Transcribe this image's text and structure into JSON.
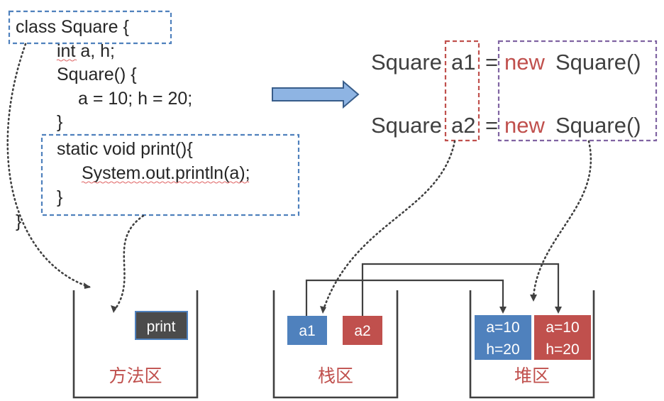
{
  "code": {
    "line1": "class Square {",
    "line2": "int a, h;",
    "line3": "Square() {",
    "line4": "a = 10; h = 20;",
    "line5": "}",
    "line6": "static void print(){",
    "line7": "System.out.println(a);",
    "line8": "}",
    "line9": "}"
  },
  "statements": [
    {
      "type": "Square",
      "var": "a1",
      "eq": "=",
      "kw": "new",
      "ctor": "Square()"
    },
    {
      "type": "Square",
      "var": "a2",
      "eq": "=",
      "kw": "new",
      "ctor": "Square()"
    }
  ],
  "areas": {
    "method": {
      "label": "方法区",
      "item": "print"
    },
    "stack": {
      "label": "栈区",
      "items": [
        "a1",
        "a2"
      ]
    },
    "heap": {
      "label": "堆区",
      "objects": [
        {
          "a": "a=10",
          "h": "h=20"
        },
        {
          "a": "a=10",
          "h": "h=20"
        }
      ]
    }
  },
  "colors": {
    "blue": "#4f81bd",
    "red": "#c0504d",
    "dark": "#4b4b4b",
    "purple": "#8064a2",
    "arrow_fill": "#8eb4e3",
    "arrow_stroke": "#385d8a"
  }
}
